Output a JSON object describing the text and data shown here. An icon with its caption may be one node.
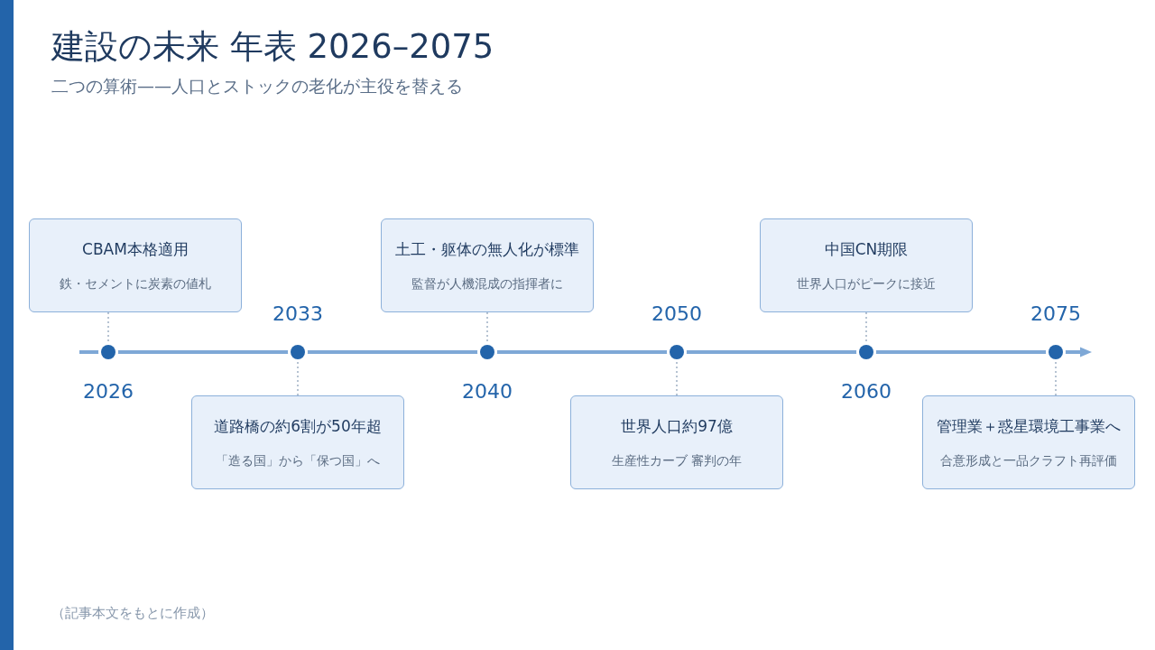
{
  "diagram": {
    "title": "建設の未来 年表 2026–2075",
    "nodes": [
      {
        "text": [
          "CBAM本格適用",
          "鉄・セメントに炭素の値札"
        ]
      },
      {
        "text": [
          "道路橋の約6割が50年超",
          "「造る国」から「保つ国」へ"
        ]
      },
      {
        "text": [
          "土工・躯体の無人化が標準",
          "監督が人機混成の指揮者に"
        ]
      },
      {
        "text": [
          "世界人口約97億",
          "生産性カーブ 審判の年"
        ]
      },
      {
        "text": [
          "中国CN期限",
          "世界人口がピークに接近"
        ]
      },
      {
        "text": [
          "管理業＋惑星環境工事業へ",
          "合意形成と一品クラフト再評価"
        ]
      },
      {
        "text": [],
        "shape": "circle",
        "beside": [
          "2026"
        ]
      },
      {
        "text": [],
        "shape": "circle",
        "beside": [
          "2033"
        ]
      },
      {
        "text": [],
        "shape": "circle",
        "beside": [
          "2040"
        ]
      },
      {
        "text": [],
        "shape": "circle",
        "beside": [
          "2050"
        ]
      },
      {
        "text": [],
        "shape": "circle",
        "beside": [
          "2060"
        ]
      },
      {
        "text": [],
        "shape": "circle",
        "beside": [
          "2075"
        ]
      }
    ],
    "edges": [
      {
        "from": 0,
        "to": 6,
        "arrow": "none",
        "style": "dashed"
      },
      {
        "from": 1,
        "to": 7,
        "arrow": "none",
        "style": "dashed"
      },
      {
        "from": 2,
        "to": 8,
        "arrow": "none",
        "style": "dashed"
      },
      {
        "from": 3,
        "to": 9,
        "arrow": "none",
        "style": "dashed"
      },
      {
        "from": 4,
        "to": 10,
        "arrow": "none",
        "style": "dashed"
      },
      {
        "from": 5,
        "to": 11,
        "arrow": "none",
        "style": "dashed"
      }
    ],
    "labels": [
      "二つの算術——人口とストックの老化が主役を替える",
      "（記事本文をもとに作成）"
    ]
  }
}
